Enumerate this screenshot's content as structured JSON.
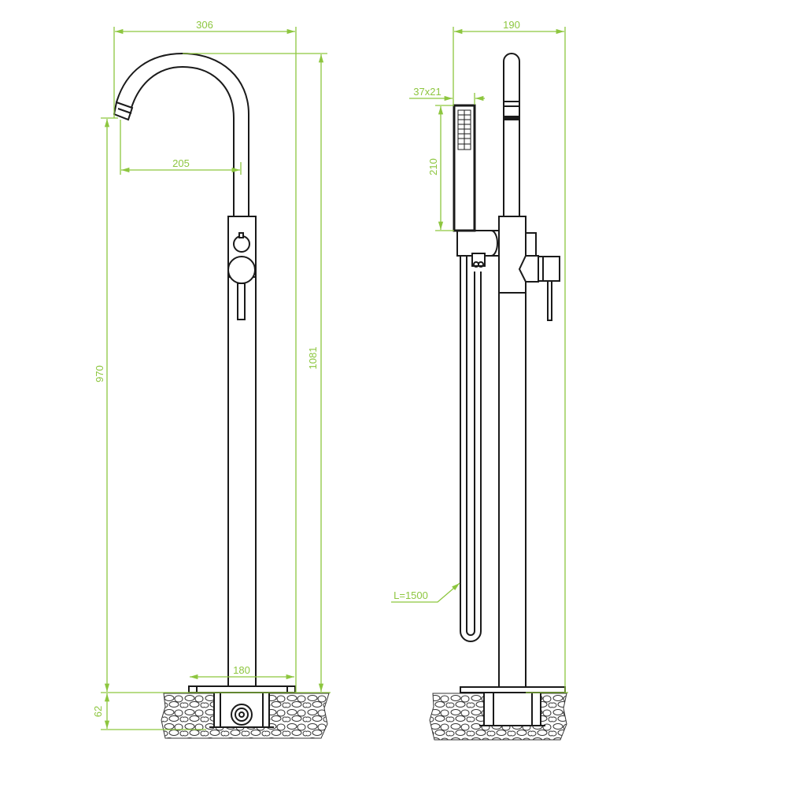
{
  "colors": {
    "dimension": "#8dc63f",
    "outline": "#1a1a1a"
  },
  "front_view": {
    "dims": {
      "overall_width": "306",
      "spout_reach": "205",
      "total_height": "1081",
      "spout_height": "970",
      "base_width": "180",
      "underground_depth": "62"
    }
  },
  "side_view": {
    "dims": {
      "overall_depth": "190",
      "handshower_section": "37x21",
      "handshower_length": "210",
      "hose_length": "L=1500"
    }
  }
}
